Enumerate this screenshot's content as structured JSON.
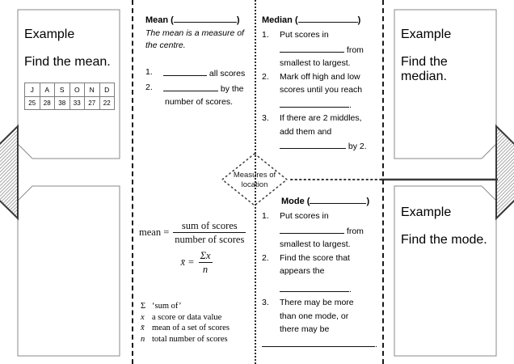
{
  "worksheet": {
    "centre_node": {
      "line1": "Measures of",
      "line2": "location"
    }
  },
  "examples": {
    "mean": {
      "title": "Example",
      "prompt": "Find the mean.",
      "table": {
        "headers": [
          "J",
          "A",
          "S",
          "O",
          "N",
          "D"
        ],
        "values": [
          "25",
          "28",
          "38",
          "33",
          "27",
          "22"
        ]
      }
    },
    "median": {
      "title": "Example",
      "prompt": "Find the median."
    },
    "mode": {
      "title": "Example",
      "prompt": "Find the mode."
    },
    "blank_left": {
      "title": "",
      "prompt": ""
    }
  },
  "mean": {
    "heading_prefix": "Mean (",
    "heading_suffix": ")",
    "definition": "The mean is a measure of the centre.",
    "steps": [
      {
        "num": "1.",
        "before": "",
        "after": "all scores"
      },
      {
        "num": "2.",
        "before": "",
        "after": "by the",
        "line2": "number of scores."
      }
    ],
    "formula": {
      "lhs": "mean =",
      "numerator": "sum of scores",
      "denominator": "number of scores",
      "symbolic_lhs": "x̄ =",
      "symbolic_numerator": "Σx",
      "symbolic_denominator": "n"
    },
    "legend": [
      {
        "symbol": "Σ",
        "meaning": "‘sum of’"
      },
      {
        "symbol": "x",
        "meaning": "a score or data value"
      },
      {
        "symbol": "x̄",
        "meaning": "mean of a set of scores"
      },
      {
        "symbol": "n",
        "meaning": "total number of scores"
      }
    ]
  },
  "median": {
    "heading_prefix": "Median (",
    "heading_suffix": ")",
    "steps": [
      {
        "num": "1.",
        "l1": "Put scores in",
        "l2_after": "from",
        "l3": "smallest to largest."
      },
      {
        "num": "2.",
        "l1": "Mark off high and low",
        "l2": "scores until you reach",
        "l3_after": "."
      },
      {
        "num": "3.",
        "l1": "If there are 2 middles,",
        "l2": "add them and",
        "l3_after": "by 2."
      }
    ]
  },
  "mode": {
    "heading_prefix": "Mode (",
    "heading_suffix": ")",
    "steps": [
      {
        "num": "1.",
        "l1": "Put scores in",
        "l2_after": "from",
        "l3": "smallest to largest."
      },
      {
        "num": "2.",
        "l1": "Find the score that",
        "l2": "appears the",
        "l3_after": "."
      },
      {
        "num": "3.",
        "l1": "There may be more",
        "l2": "than one mode, or",
        "l3": "there may be",
        "l4_after": "."
      }
    ]
  }
}
